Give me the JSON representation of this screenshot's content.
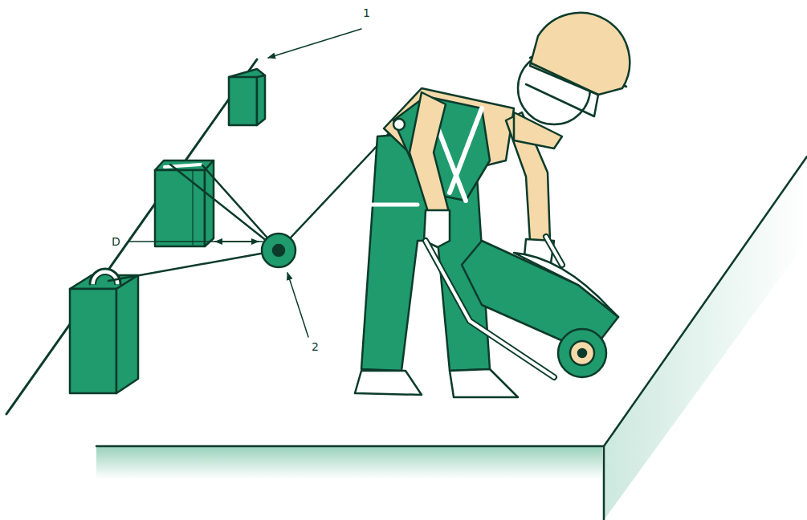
{
  "diagram": {
    "labels": [
      "1",
      "D",
      "2"
    ]
  }
}
